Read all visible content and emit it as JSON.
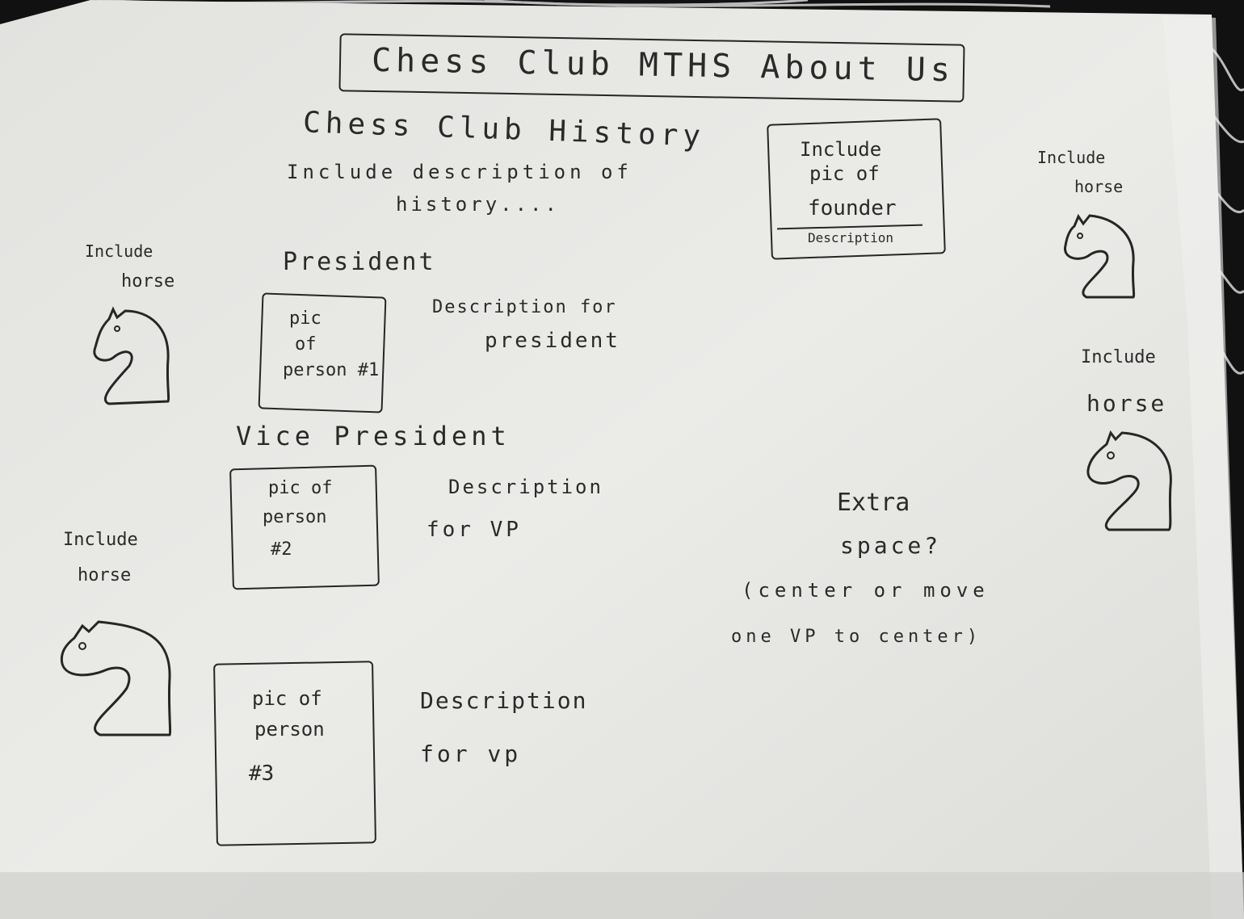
{
  "header": {
    "title": "Chess Club   MTHS About Us"
  },
  "history": {
    "heading": "Chess Club  History",
    "desc_line1": "Include description of",
    "desc_line2": "history...."
  },
  "founder": {
    "line1": "Include",
    "line2": "pic of",
    "line3": "founder",
    "caption": "Description"
  },
  "president": {
    "heading": "President",
    "pic_line1": "pic",
    "pic_line2": "of",
    "pic_line3": "person #1",
    "desc_line1": "Description for",
    "desc_line2": "president"
  },
  "vice_president": {
    "heading": "Vice President",
    "pic_line1": "pic of",
    "pic_line2": "person",
    "pic_line3": "#2",
    "desc_line1": "Description",
    "desc_line2": "for VP"
  },
  "person3": {
    "pic_line1": "pic of",
    "pic_line2": "person",
    "pic_line3": "#3",
    "desc_line1": "Description",
    "desc_line2": "for vp"
  },
  "extra": {
    "line1": "Extra",
    "line2": "space?",
    "line3": "(center or move",
    "line4": "one VP to center)"
  },
  "horse_notes": {
    "left_top_1": "Include",
    "left_top_2": "horse",
    "left_bottom_1": "Include",
    "left_bottom_2": "horse",
    "right_top_1": "Include",
    "right_top_2": "horse",
    "right_mid_1": "Include",
    "right_mid_2": "horse"
  },
  "icons": [
    "knight-icon"
  ],
  "colors": {
    "paper": "#e9e9e6",
    "ink": "#2a2a2a",
    "background": "#111111"
  }
}
